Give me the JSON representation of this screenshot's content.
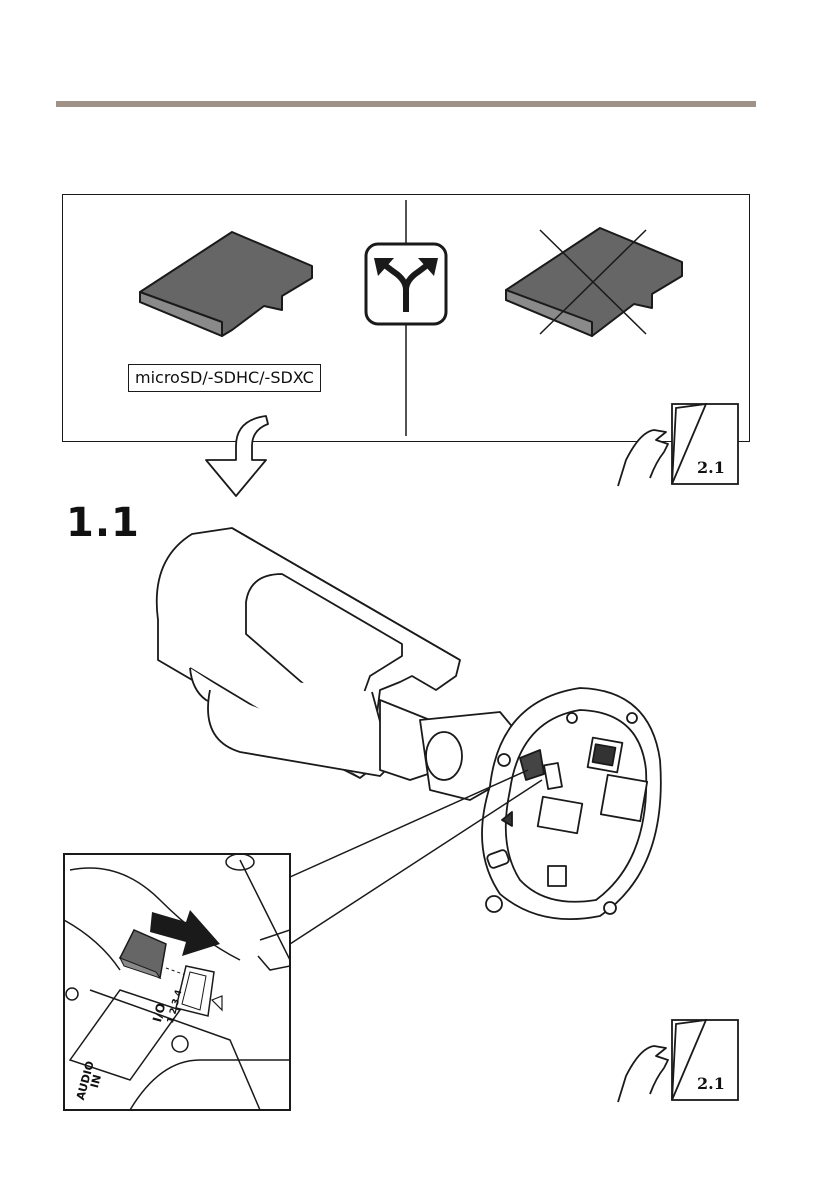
{
  "header": {
    "rule_color": "#a09286"
  },
  "card_section": {
    "supported_label": "microSD/-SDHC/-SDXC",
    "choice_icon": "fork-arrow-icon",
    "unsupported_icon": "crossed-card-icon"
  },
  "step": {
    "number": "1.1"
  },
  "page_refs": [
    {
      "label": "2.1",
      "icon": "page-turn-hand-icon"
    },
    {
      "label": "2.1",
      "icon": "page-turn-hand-icon"
    }
  ],
  "detail": {
    "io_label": "I/O",
    "io_pins": "1 2 3 4",
    "audio_label_1": "AUDIO",
    "audio_label_2": "IN"
  },
  "colors": {
    "card_fill": "#666666",
    "card_edge": "#7a7a7a",
    "line": "#1a1a1a"
  }
}
